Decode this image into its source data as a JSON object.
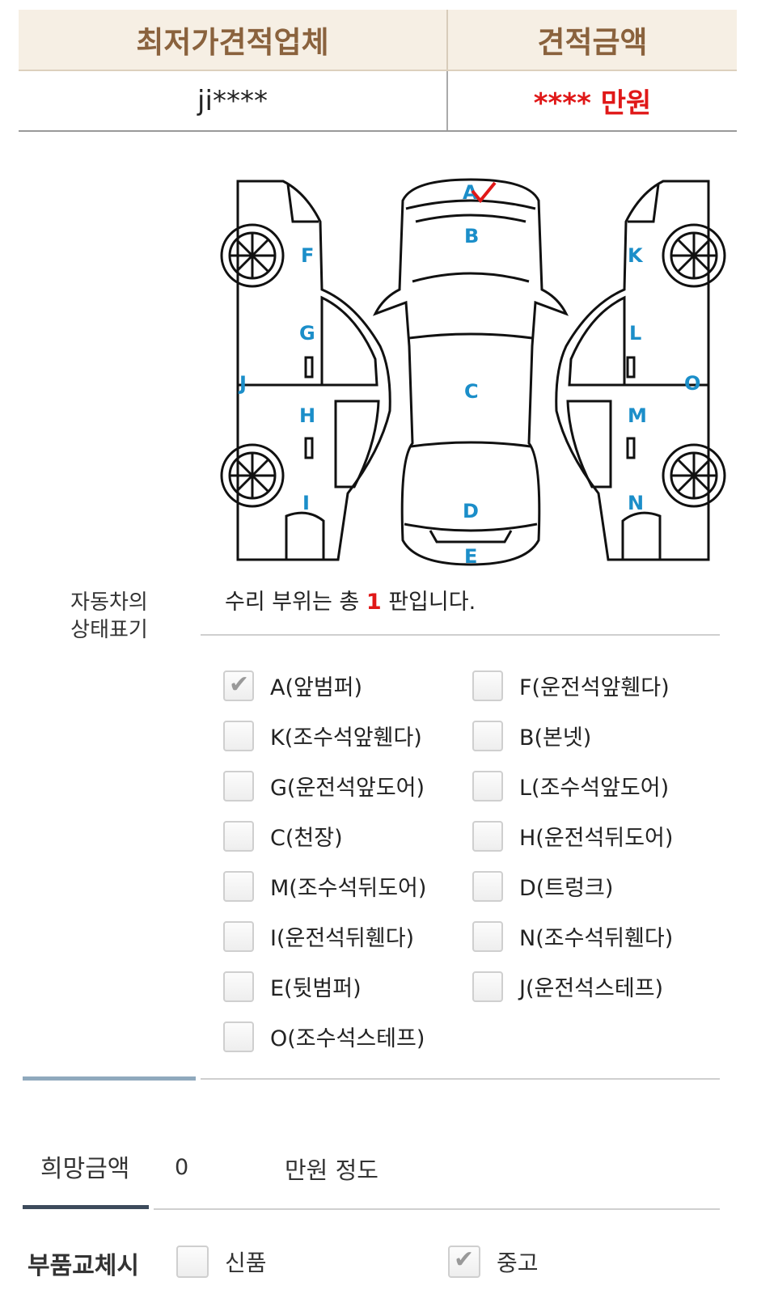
{
  "table": {
    "header_company": "최저가견적업체",
    "header_amount": "견적금액",
    "company_value": "ji****",
    "amount_value": "**** 만원"
  },
  "diagram": {
    "labels": [
      "A",
      "B",
      "C",
      "D",
      "E",
      "F",
      "G",
      "H",
      "I",
      "J",
      "K",
      "L",
      "M",
      "N",
      "O"
    ],
    "checked_part": "A"
  },
  "repair": {
    "prefix": "수리 부위는 총",
    "count": "1",
    "suffix": "판입니다."
  },
  "side_label": {
    "line1": "자동차의",
    "line2": "상태표기"
  },
  "parts": [
    {
      "label": "A(앞범퍼)",
      "checked": true
    },
    {
      "label": "F(운전석앞휀다)",
      "checked": false
    },
    {
      "label": "K(조수석앞휀다)",
      "checked": false
    },
    {
      "label": "B(본넷)",
      "checked": false
    },
    {
      "label": "G(운전석앞도어)",
      "checked": false
    },
    {
      "label": "L(조수석앞도어)",
      "checked": false
    },
    {
      "label": "C(천장)",
      "checked": false
    },
    {
      "label": "H(운전석뒤도어)",
      "checked": false
    },
    {
      "label": "M(조수석뒤도어)",
      "checked": false
    },
    {
      "label": "D(트렁크)",
      "checked": false
    },
    {
      "label": "I(운전석뒤휀다)",
      "checked": false
    },
    {
      "label": "N(조수석뒤휀다)",
      "checked": false
    },
    {
      "label": "E(뒷범퍼)",
      "checked": false
    },
    {
      "label": "J(운전석스테프)",
      "checked": false
    },
    {
      "label": "O(조수석스테프)",
      "checked": false
    }
  ],
  "wish": {
    "label": "희망금액",
    "value": "0",
    "unit": "만원 정도"
  },
  "parts_change": {
    "label": "부품교체시",
    "option_new": "신품",
    "option_used": "중고",
    "used_checked": true
  },
  "colors": {
    "accent_brown": "#8a623d",
    "header_bg": "#f6efe4",
    "price_red": "#e01818",
    "diagram_blue": "#1b8ec9"
  }
}
